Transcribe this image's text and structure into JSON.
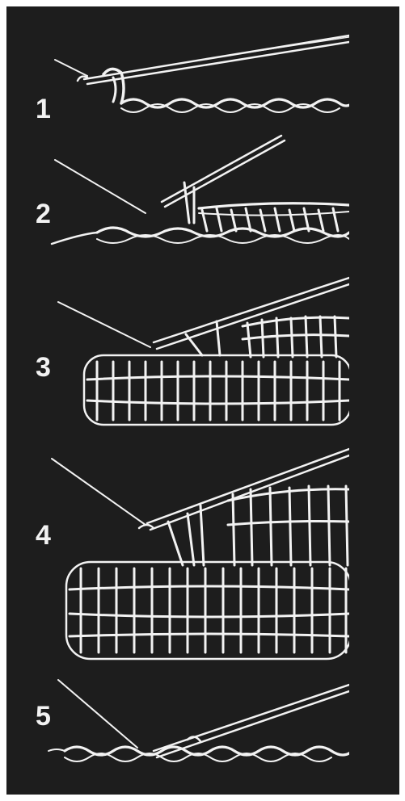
{
  "illustration": {
    "background_color": "#1d1d1d",
    "yarn_color": "#f2f2f2",
    "steps": [
      {
        "number": "1",
        "icon": "crochet-hook-chain-icon"
      },
      {
        "number": "2",
        "icon": "crochet-hook-single-row-icon"
      },
      {
        "number": "3",
        "icon": "crochet-hook-double-crochet-icon"
      },
      {
        "number": "4",
        "icon": "crochet-hook-treble-crochet-icon"
      },
      {
        "number": "5",
        "icon": "crochet-hook-slip-stitch-icon"
      }
    ]
  }
}
